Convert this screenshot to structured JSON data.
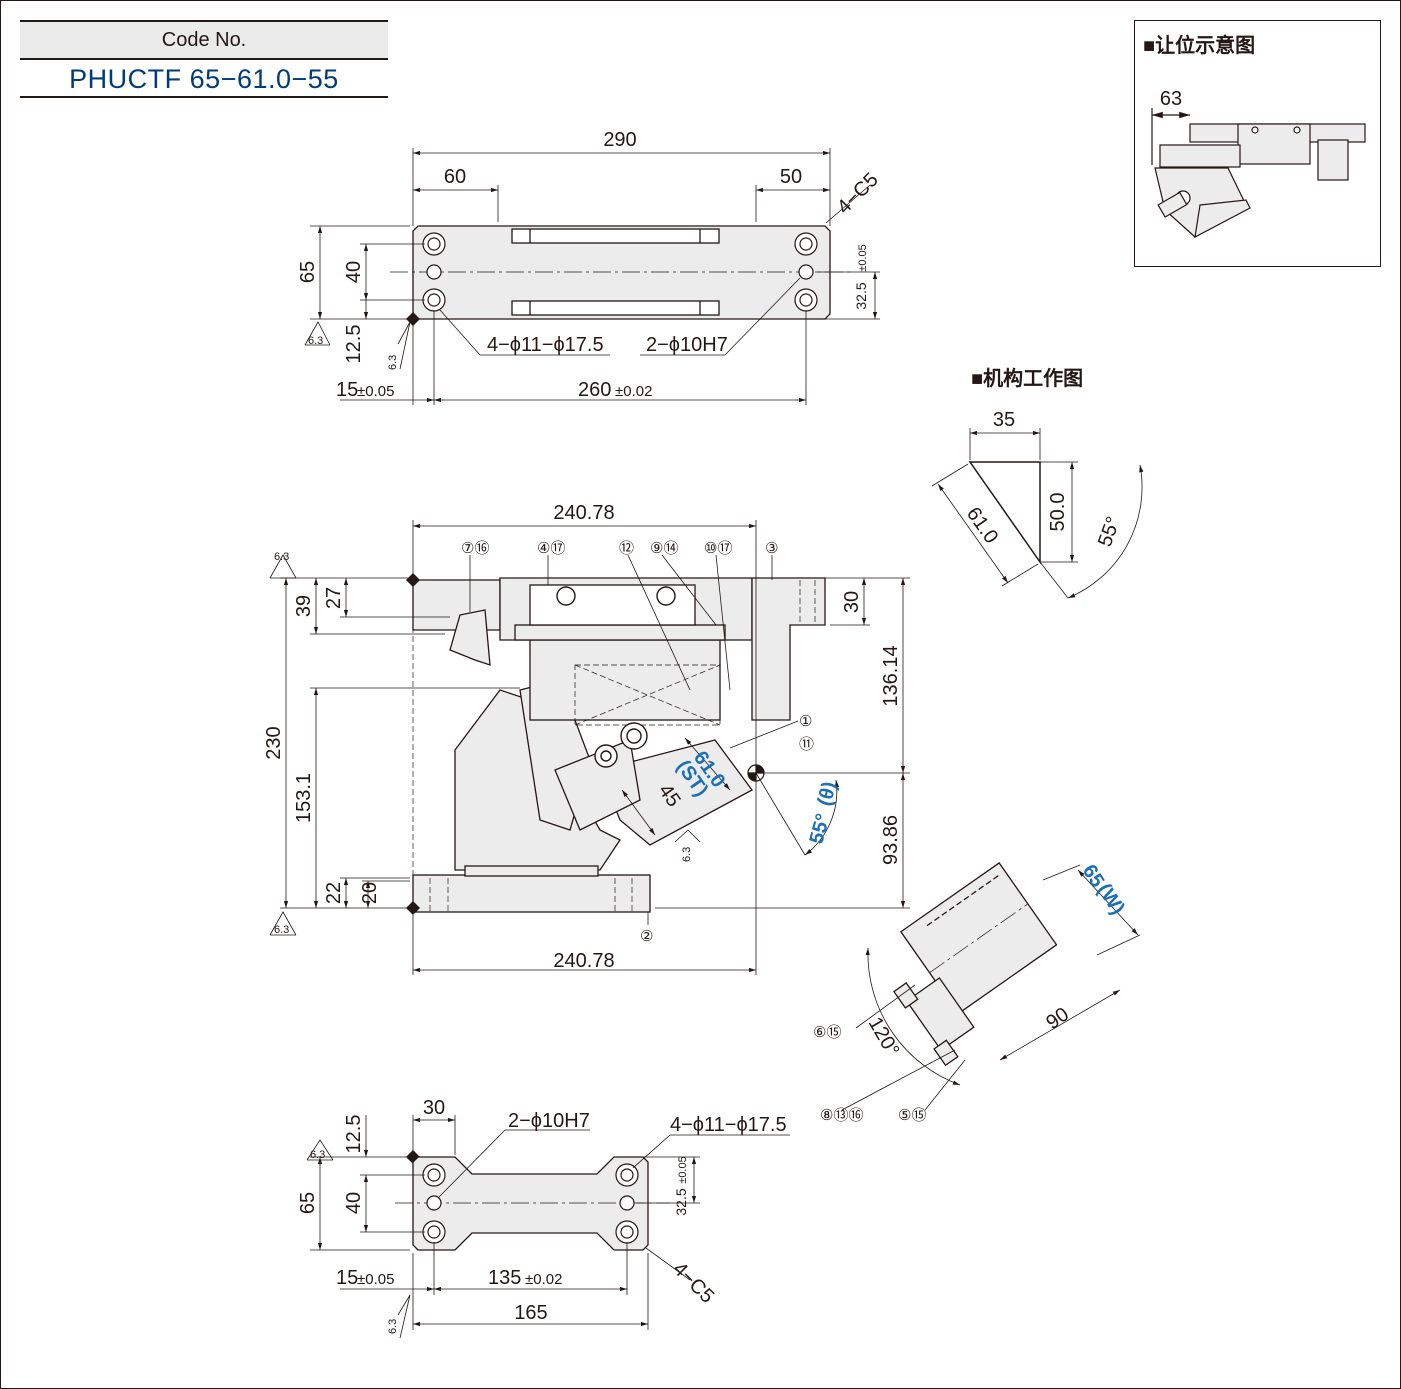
{
  "code_box": {
    "label": "Code No.",
    "value": "PHUCTF 65−61.0−55"
  },
  "sections": {
    "clearance_title": "■让位示意图",
    "mechanism_title": "■机构工作图"
  },
  "top_view": {
    "dims": {
      "overall_width": "290",
      "left_step": "60",
      "right_step": "50",
      "chamfer": "4−C5",
      "height": "65",
      "hole_pitch": "40",
      "edge_to_hole_y": "12.5",
      "center_to_edge": "32.5",
      "center_to_edge_tol": "±0.05",
      "edge_to_hole_x": "15",
      "edge_to_hole_x_tol": "±0.05",
      "hole_spacing": "260",
      "hole_spacing_tol": "±0.02",
      "counterbore": "4−ϕ11−ϕ17.5",
      "dowel": "2−ϕ10H7",
      "roughness": "6.3"
    }
  },
  "front_view": {
    "dims": {
      "top_width": "240.78",
      "bottom_width": "240.78",
      "height_total": "230",
      "h_39": "39",
      "h_27": "27",
      "h_30": "30",
      "h_136": "136.14",
      "h_153": "153.1",
      "h_93": "93.86",
      "h_22": "22",
      "h_20": "20",
      "stroke": "61.0",
      "stroke_label": "(ST)",
      "angle": "55°",
      "angle_label": "(θ)",
      "d_45": "45",
      "roughness": "6.3"
    },
    "parts": {
      "p7_16": "⑦⑯",
      "p4_17": "④⑰",
      "p12": "⑫",
      "p9_14": "⑨⑭",
      "p10_17": "⑩⑰",
      "p3": "③",
      "p1": "①",
      "p11": "⑪",
      "p2": "②",
      "p6_15": "⑥⑮",
      "p8_13_16": "⑧⑬⑯",
      "p5_15": "⑤⑮"
    }
  },
  "mechanism": {
    "d_35": "35",
    "d_61": "61.0",
    "d_50": "50.0",
    "angle": "55°"
  },
  "clearance": {
    "d_63": "63"
  },
  "side_view": {
    "width_label": "65",
    "width_w": "(W)",
    "d_90": "90",
    "angle_120": "120°"
  },
  "bottom_view": {
    "dims": {
      "d_30": "30",
      "d_12_5": "12.5",
      "height": "65",
      "hole_pitch": "40",
      "center_to_edge": "32.5",
      "center_to_edge_tol": "±0.05",
      "edge_to_hole_x": "15",
      "edge_to_hole_x_tol": "±0.05",
      "hole_spacing": "135",
      "hole_spacing_tol": "±0.02",
      "overall_width": "165",
      "chamfer": "4−C5",
      "dowel": "2−ϕ10H7",
      "counterbore": "4−ϕ11−ϕ17.5",
      "roughness": "6.3"
    }
  }
}
